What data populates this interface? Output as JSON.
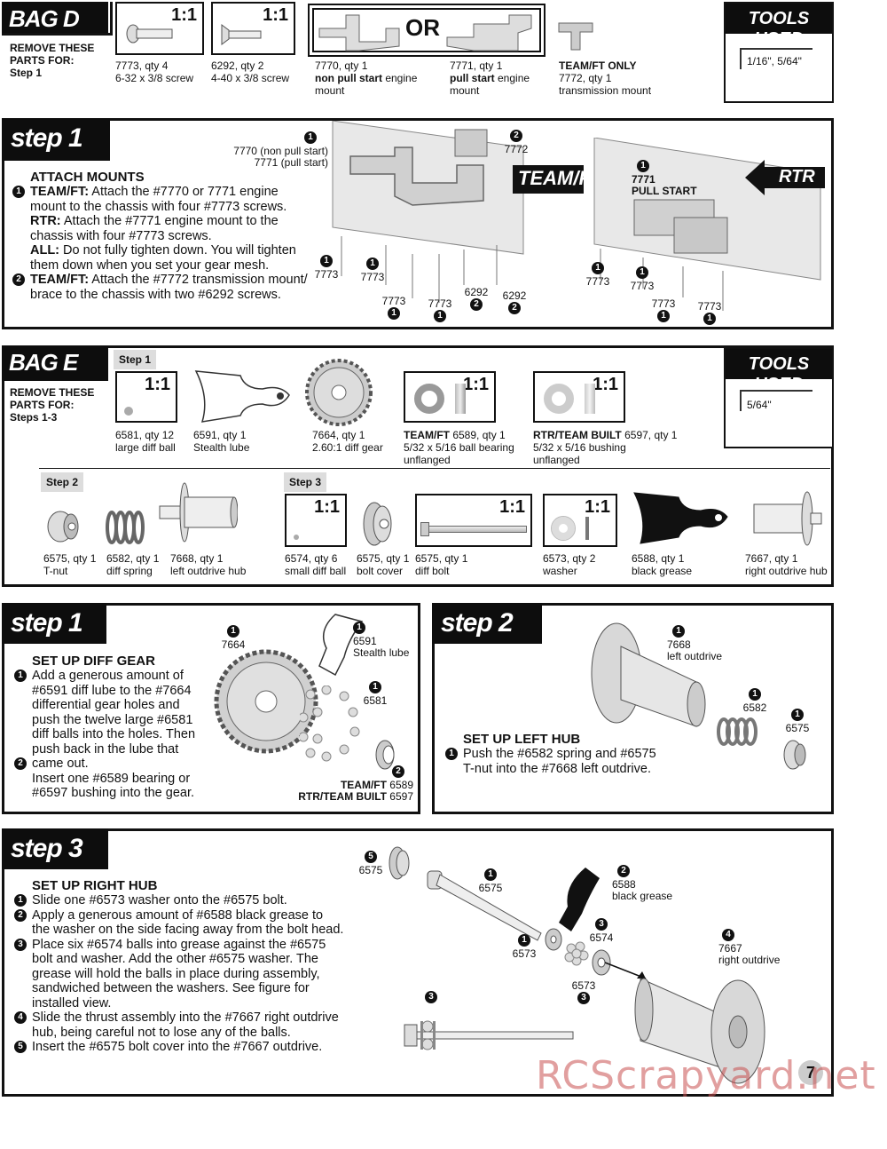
{
  "bag_d": {
    "tag": "BAG D",
    "remove_text": "REMOVE THESE PARTS FOR:",
    "remove_steps": "Step 1",
    "parts": [
      {
        "scale": "1:1",
        "line1": "7773, qty 4",
        "line2": "6-32 x 3/8 screw"
      },
      {
        "scale": "1:1",
        "line1": "6292, qty 2",
        "line2": "4-40 x 3/8 screw"
      },
      {
        "line1": "7770, qty 1",
        "line2_bold": "non pull start",
        "line2_rest": " engine",
        "line3": "mount"
      },
      {
        "line1": "7771, qty 1",
        "line2_bold": "pull start",
        "line2_rest": " engine",
        "line3": "mount"
      },
      {
        "line1_bold": "TEAM/FT ONLY",
        "line2": "7772, qty 1",
        "line3": "transmission mount"
      }
    ],
    "or_text": "OR",
    "tools_tag": "TOOLS USED",
    "tools": "1/16\", 5/64\""
  },
  "step1_d": {
    "tag": "step 1",
    "title": "ATTACH MOUNTS",
    "items": [
      {
        "num": "1",
        "bold": "TEAM/FT:",
        "text": " Attach the #7770 or 7771 engine mount to the chassis with four #7773 screws."
      },
      {
        "num": "",
        "bold": "RTR:",
        "text": " Attach the #7771 engine mount to the chassis with four #7773 screws."
      },
      {
        "num": "",
        "bold": "ALL:",
        "text": " Do not fully tighten down. You will tighten them down when you set your gear mesh."
      },
      {
        "num": "2",
        "bold": "TEAM/FT:",
        "text": " Attach the #7772 transmission mount/ brace to the chassis with two #6292 screws."
      }
    ],
    "callouts": {
      "mount_line1": "7770 (non pull start)",
      "mount_line2": "7771 (pull start)",
      "trans": "7772",
      "screw": "7773",
      "screw2": "6292",
      "rtr_mount": "7771",
      "rtr_pull": "PULL START"
    },
    "team_arrow": "TEAM/FT",
    "rtr_arrow": "RTR"
  },
  "bag_e": {
    "tag": "BAG E",
    "remove_text": "REMOVE THESE PARTS FOR:",
    "remove_steps": "Steps 1-3",
    "tools_tag": "TOOLS USED",
    "tools": "5/64\"",
    "step1_tab": "Step 1",
    "step2_tab": "Step 2",
    "step3_tab": "Step 3",
    "row1": [
      {
        "scale": "1:1",
        "line1": "6581, qty 12",
        "line2": "large diff ball"
      },
      {
        "line1": "6591, qty 1",
        "line2": "Stealth lube"
      },
      {
        "line1": "7664, qty 1",
        "line2": "2.60:1 diff gear"
      },
      {
        "scale": "1:1",
        "line1_bold": "TEAM/FT",
        "line1_rest": " 6589, qty 1",
        "line2": "5/32 x 5/16 ball bearing",
        "line3": "unflanged"
      },
      {
        "scale": "1:1",
        "line1_bold": "RTR/TEAM BUILT",
        "line1_rest": " 6597, qty 1",
        "line2": "5/32 x 5/16 bushing",
        "line3": "unflanged"
      }
    ],
    "row2": [
      {
        "line1": "6575, qty 1",
        "line2": "T-nut"
      },
      {
        "line1": "6582, qty 1",
        "line2": "diff spring"
      },
      {
        "line1": "7668, qty 1",
        "line2": "left outdrive hub"
      }
    ],
    "row3": [
      {
        "scale": "1:1",
        "line1": "6574, qty 6",
        "line2": "small diff ball"
      },
      {
        "line1": "6575, qty 1",
        "line2": "bolt cover"
      },
      {
        "scale": "1:1",
        "line1": "6575, qty 1",
        "line2": "diff bolt"
      },
      {
        "scale": "1:1",
        "line1": "6573, qty 2",
        "line2": "washer"
      },
      {
        "line1": "6588, qty 1",
        "line2": "black grease"
      },
      {
        "line1": "7667, qty 1",
        "line2": "right outdrive hub"
      }
    ]
  },
  "step1_e": {
    "tag": "step 1",
    "title": "SET UP DIFF GEAR",
    "items": [
      {
        "num": "1",
        "text": "Add a generous amount of #6591 diff lube to the #7664 differential gear holes and push the twelve large #6581 diff balls into the holes. Then push back in the lube that"
      },
      {
        "num": "2",
        "text": "came out."
      },
      {
        "num": "",
        "text": "Insert one #6589 bearing or #6597 bushing into the gear."
      }
    ],
    "c_gear": "7664",
    "c_lube1": "6591",
    "c_lube2": "Stealth lube",
    "c_ball": "6581",
    "c_team_bold": "TEAM/FT",
    "c_team_num": " 6589",
    "c_rtr_bold": "RTR/TEAM BUILT",
    "c_rtr_num": " 6597"
  },
  "step2_e": {
    "tag": "step 2",
    "title": "SET UP LEFT HUB",
    "items": [
      {
        "num": "1",
        "text": "Push the #6582 spring and #6575 T-nut into the #7668 left outdrive."
      }
    ],
    "c_hub1": "7668",
    "c_hub2": "left outdrive",
    "c_spring": "6582",
    "c_tnut": "6575"
  },
  "step3_e": {
    "tag": "step 3",
    "title": "SET UP RIGHT HUB",
    "items": [
      {
        "num": "1",
        "text": "Slide one #6573 washer onto the #6575 bolt."
      },
      {
        "num": "2",
        "text": "Apply a generous amount of #6588 black grease to the washer on the side facing away from the bolt head."
      },
      {
        "num": "3",
        "text": "Place six #6574 balls into grease against the #6575 bolt and washer. Add the other #6575 washer. The grease will hold the balls in place during assembly, sandwiched between the washers. See figure for installed view."
      },
      {
        "num": "4",
        "text": "Slide the thrust assembly into the #7667 right outdrive hub, being careful not to lose any of the balls."
      },
      {
        "num": "5",
        "text": "Insert the #6575 bolt cover into the #7667 outdrive."
      }
    ],
    "c_cover": "6575",
    "c_bolt": "6575",
    "c_grease1": "6588",
    "c_grease2": "black grease",
    "c_balls": "6574",
    "c_washer1": "6573",
    "c_washer2": "6573",
    "c_hub1": "7667",
    "c_hub2": "right outdrive"
  },
  "page_number": "7",
  "watermark": "RCScrapyard.net"
}
